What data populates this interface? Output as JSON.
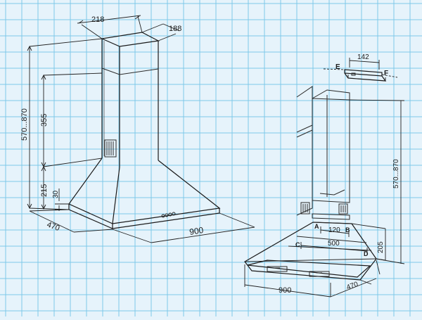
{
  "colors": {
    "background": "#e6f3fb",
    "grid": "#7ec8e8",
    "lines": "#1a1a1a"
  },
  "left_view": {
    "width_top": "218",
    "depth_top": "188",
    "height_range": "570...870",
    "chimney_section": "355",
    "canopy_height": "215",
    "rim_height": "30",
    "depth_bottom": "470",
    "width_bottom": "900"
  },
  "right_view": {
    "bracket_width": "142",
    "label_e": "E",
    "label_f": "F",
    "label_a": "A",
    "label_b": "B",
    "label_c": "C",
    "label_d": "D",
    "ab_spacing": "120",
    "cd_spacing": "500",
    "canopy_height": "205",
    "height_range": "570...870",
    "width_bottom": "900",
    "depth_bottom": "470"
  }
}
